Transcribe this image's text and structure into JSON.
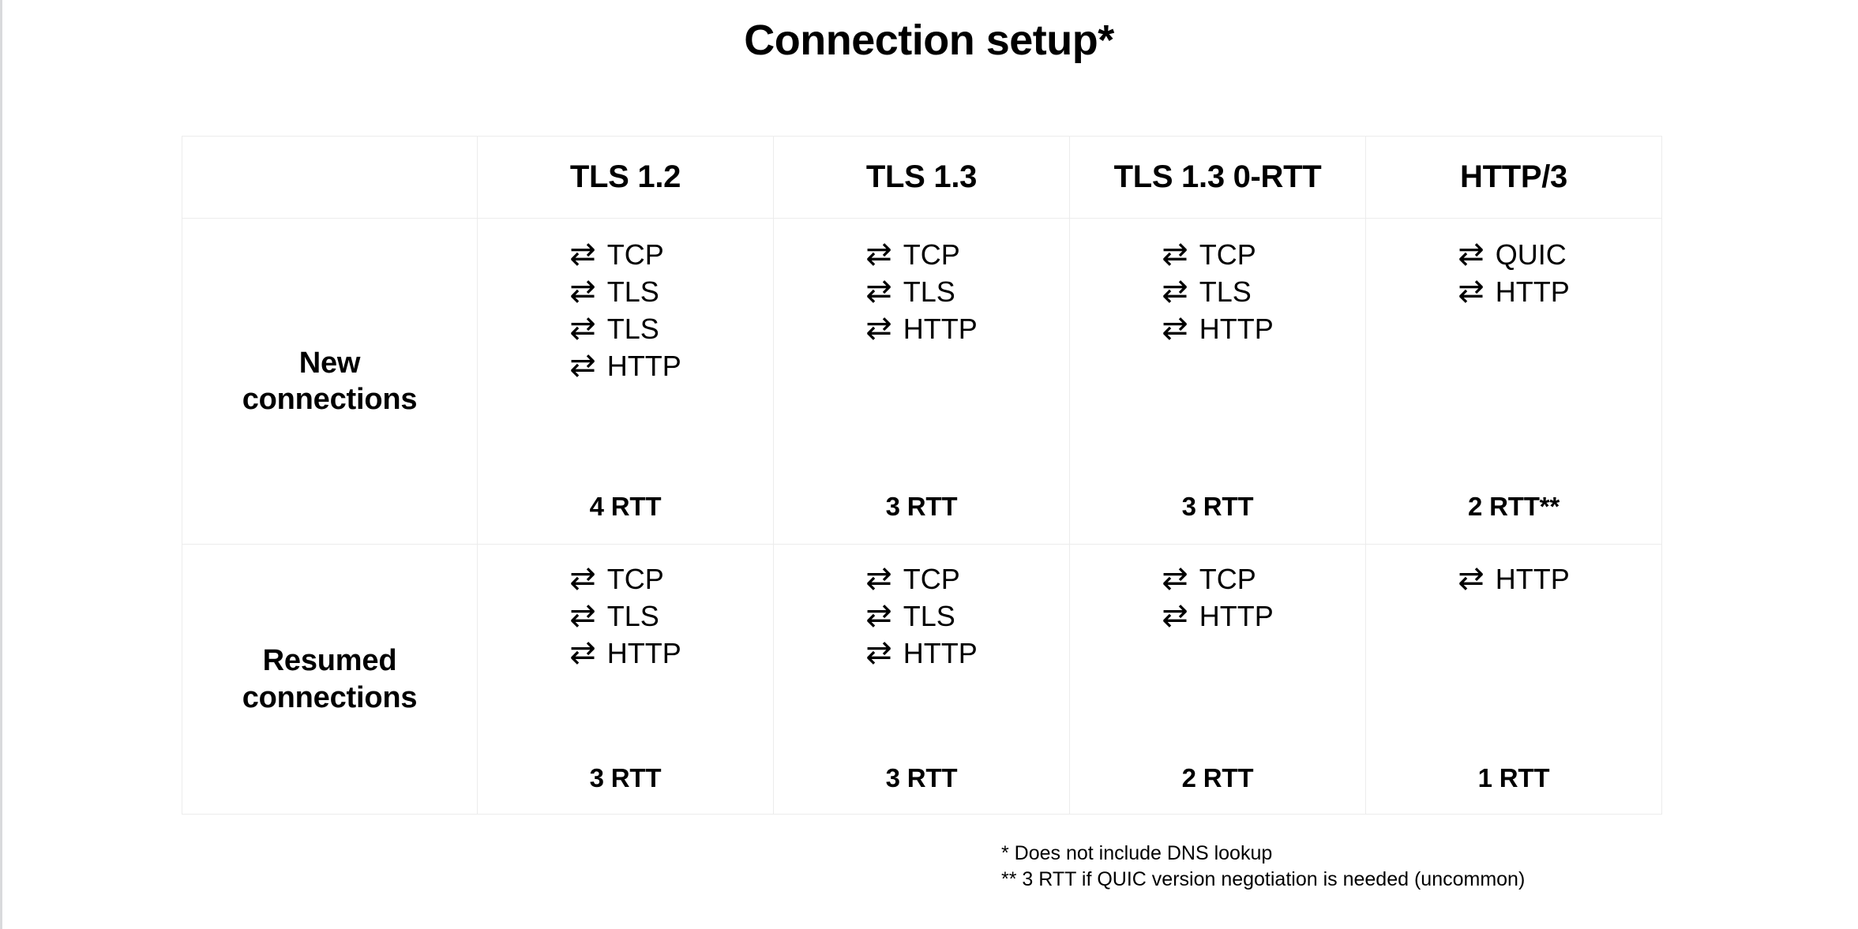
{
  "title": "Connection setup*",
  "icons": {
    "bidirectional_arrow": "⇄"
  },
  "colors": {
    "text": "#000000",
    "background": "#ffffff",
    "table_border": "#ececec",
    "slide_edge_rule": "#d9dadc"
  },
  "table": {
    "corner_label": "",
    "columns": [
      "TLS 1.2",
      "TLS 1.3",
      "TLS 1.3 0-RTT",
      "HTTP/3"
    ],
    "rows": [
      {
        "label": "New\nconnections",
        "label_line1": "New",
        "label_line2": "connections",
        "cells": [
          {
            "steps": [
              "TCP",
              "TLS",
              "TLS",
              "HTTP"
            ],
            "rtt": "4 RTT"
          },
          {
            "steps": [
              "TCP",
              "TLS",
              "HTTP"
            ],
            "rtt": "3 RTT"
          },
          {
            "steps": [
              "TCP",
              "TLS",
              "HTTP"
            ],
            "rtt": "3 RTT"
          },
          {
            "steps": [
              "QUIC",
              "HTTP"
            ],
            "rtt": "2 RTT**"
          }
        ]
      },
      {
        "label": "Resumed\nconnections",
        "label_line1": "Resumed",
        "label_line2": "connections",
        "cells": [
          {
            "steps": [
              "TCP",
              "TLS",
              "HTTP"
            ],
            "rtt": "3 RTT"
          },
          {
            "steps": [
              "TCP",
              "TLS",
              "HTTP"
            ],
            "rtt": "3 RTT"
          },
          {
            "steps": [
              "TCP",
              "HTTP"
            ],
            "rtt": "2 RTT"
          },
          {
            "steps": [
              "HTTP"
            ],
            "rtt": "1 RTT"
          }
        ]
      }
    ]
  },
  "footnotes": [
    "* Does not include DNS lookup",
    "** 3 RTT if QUIC version negotiation is needed (uncommon)"
  ]
}
